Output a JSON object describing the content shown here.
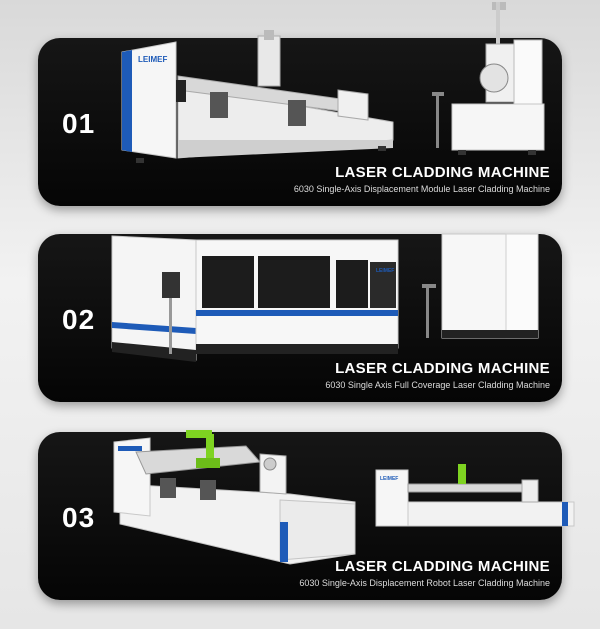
{
  "cards": [
    {
      "number": "01",
      "title": "LASER CLADDING MACHINE",
      "subtitle": "6030 Single-Axis Displacement Module Laser Cladding Machine",
      "brand_logo_text": "LEIMEF"
    },
    {
      "number": "02",
      "title": "LASER CLADDING MACHINE",
      "subtitle": "6030 Single Axis Full Coverage Laser Cladding Machine",
      "brand_logo_text": "LEIMEF"
    },
    {
      "number": "03",
      "title": "LASER CLADDING MACHINE",
      "subtitle": "6030 Single-Axis Displacement Robot Laser Cladding Machine",
      "brand_logo_text": "LEIMEF"
    }
  ],
  "colors": {
    "card_background": "#0b0b0b",
    "machine_body": "#f4f4f4",
    "accent_blue": "#1e5bb8",
    "robot_green": "#7ed321"
  }
}
